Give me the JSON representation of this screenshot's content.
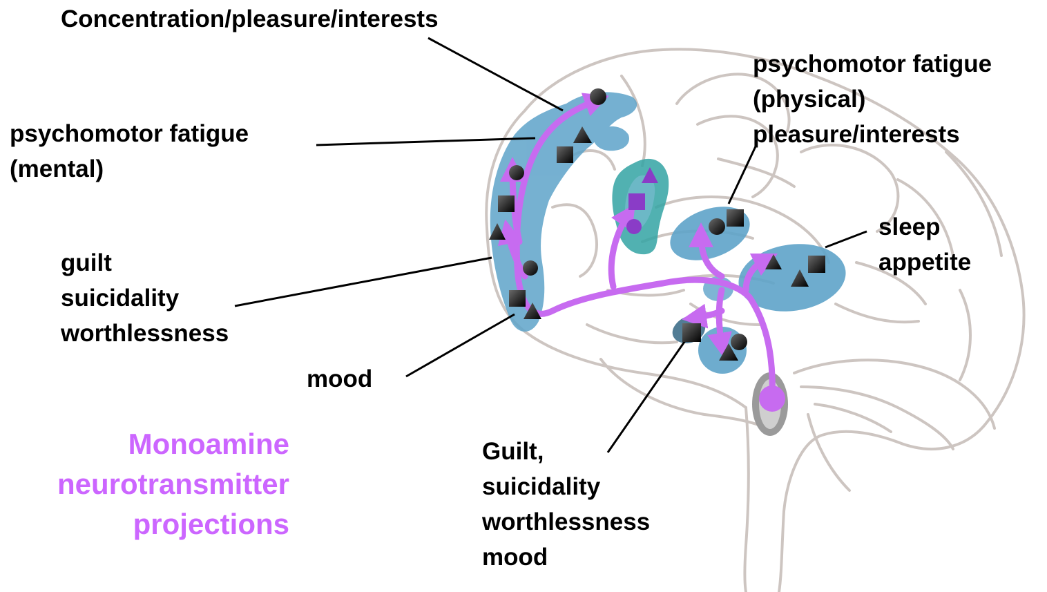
{
  "labels": {
    "concentration": "Concentration/pleasure/interests",
    "psychomotor_mental": [
      "psychomotor fatigue",
      "(mental)"
    ],
    "guilt_cortex": [
      "guilt",
      "suicidality",
      "worthlessness"
    ],
    "mood": "mood",
    "psychomotor_physical": [
      "psychomotor fatigue",
      "(physical)",
      "pleasure/interests"
    ],
    "sleep_appetite": [
      "sleep",
      "appetite"
    ],
    "guilt_limbic": [
      "Guilt,",
      "suicidality",
      "worthlessness",
      "mood"
    ]
  },
  "legend": {
    "lines": [
      "Monoamine",
      "neurotransmitter",
      "projections"
    ],
    "color": "#cc66ff"
  },
  "colors": {
    "region_blue": "#6aaed6",
    "region_teal": "#3aa6a6",
    "projection": "#c76bf0",
    "brain_outline": "#c9c0bc",
    "marker": "#000000"
  },
  "icons": {
    "circle": "circle-marker-icon",
    "triangle": "triangle-marker-icon",
    "square": "square-marker-icon"
  }
}
